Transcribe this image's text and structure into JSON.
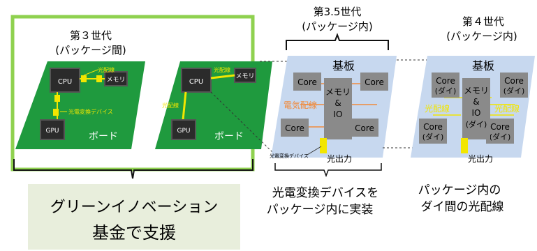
{
  "gen3": {
    "title_line1": "第３世代",
    "title_line2": "(パッケージ間)",
    "board_left": {
      "cpu": "CPU",
      "memory": "メモリ",
      "gpu": "GPU",
      "optical_wiring": "光配線",
      "converter": "光電変換デバイス",
      "board": "ボード"
    },
    "board_right": {
      "cpu": "CPU",
      "memory": "メモリ",
      "gpu": "GPU",
      "optical_wiring_top": "光配線",
      "optical_wiring_left": "光配線",
      "board": "ボード"
    }
  },
  "gen35": {
    "title_line1": "第3.5世代",
    "title_line2": "(パッケージ内)",
    "substrate": "基板",
    "core_tl": "Core",
    "core_tr": "Core",
    "core_bl": "Core",
    "core_br": "Core",
    "center_line1": "メモリ",
    "center_line2": "&",
    "center_line3": "IO",
    "electric_wiring": "電気配線",
    "converter": "光電変換デバイス",
    "light_output": "光出力",
    "caption_line1": "光電変換デバイスを",
    "caption_line2": "パッケージ内に実装"
  },
  "gen4": {
    "title_line1": "第４世代",
    "title_line2": "(パッケージ内)",
    "substrate": "基板",
    "core": "Core",
    "die": "(ダイ)",
    "center_line1": "メモリ",
    "center_line2": "&",
    "center_line3": "IO",
    "center_line4": "(ダイ)",
    "optical_wiring_left": "光配線",
    "optical_wiring_right": "光配線",
    "light_output": "光出力",
    "caption_line1": "パッケージ内の",
    "caption_line2": "ダイ間の光配線"
  },
  "support": {
    "line1": "グリーンイノベーション",
    "line2": "基金で支援"
  },
  "colors": {
    "board_green": "#1f9a3e",
    "frame_green": "#8fd14f",
    "substrate_blue": "#c7d8ef",
    "chip_gray": "#8a8a8a",
    "optical_yellow": "#f2e600",
    "electric_orange": "#f08a3c",
    "support_bg": "#e8eedc"
  }
}
